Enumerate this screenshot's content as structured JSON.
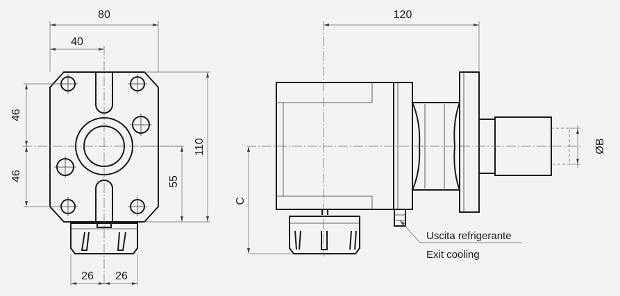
{
  "front_view": {
    "dim_width": "80",
    "dim_half_width": "40",
    "dim_upper": "46",
    "dim_lower": "46",
    "dim_center_height": "55",
    "dim_height": "110",
    "dim_collet_left": "26",
    "dim_collet_right": "26"
  },
  "side_view": {
    "dim_length": "120",
    "dim_c": "C",
    "dim_b": "ØB"
  },
  "coolant_note": {
    "italian": "Uscita refrigerante",
    "english": "Exit cooling"
  },
  "colors": {
    "background": "#f3f3f5",
    "line": "#1a1a1a",
    "dimension": "#666666"
  }
}
